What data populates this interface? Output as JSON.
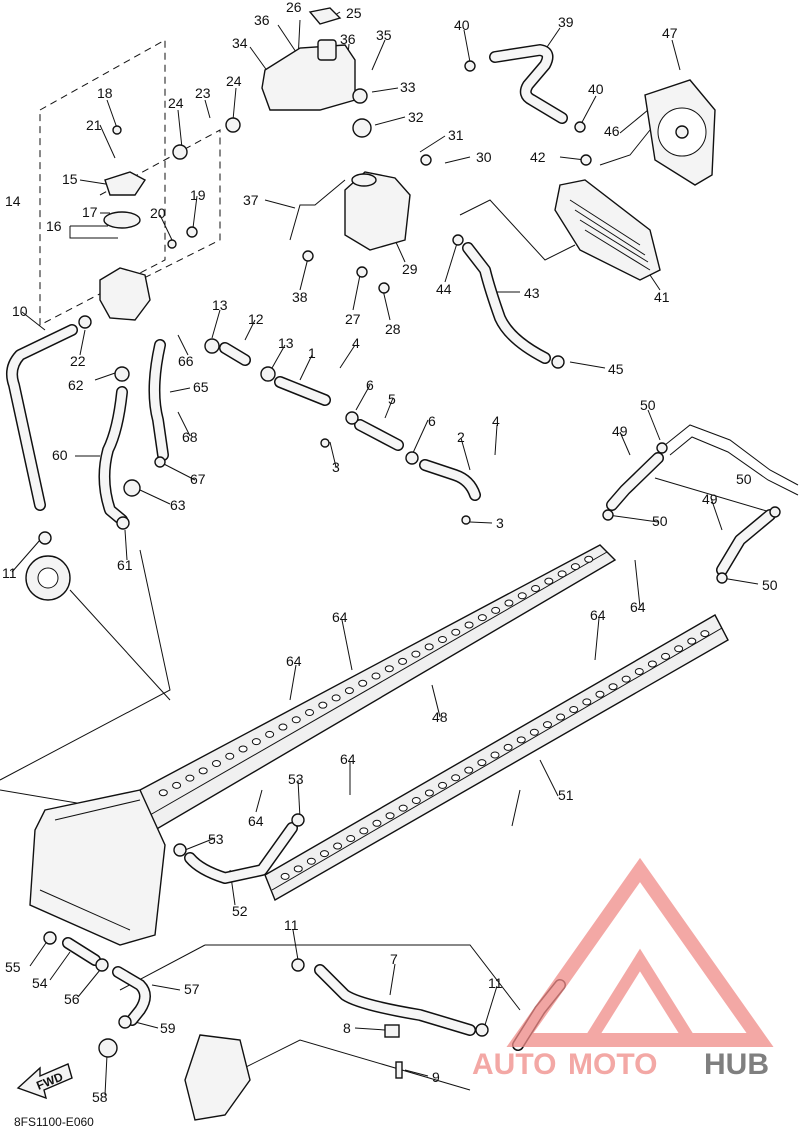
{
  "diagram": {
    "code": "8FS1100-E060",
    "fwd_label": "FWD",
    "watermark": {
      "auto": "AUTO",
      "moto": "MOTO",
      "hub": "HUB",
      "color_primary": "#f08b88",
      "color_hub": "#555555"
    },
    "callouts": [
      {
        "id": "c26",
        "text": "26"
      },
      {
        "id": "c25",
        "text": "25"
      },
      {
        "id": "c36a",
        "text": "36"
      },
      {
        "id": "c40a",
        "text": "40"
      },
      {
        "id": "c39",
        "text": "39"
      },
      {
        "id": "c47",
        "text": "47"
      },
      {
        "id": "c34",
        "text": "34"
      },
      {
        "id": "c36b",
        "text": "36"
      },
      {
        "id": "c35",
        "text": "35"
      },
      {
        "id": "c18",
        "text": "18"
      },
      {
        "id": "c23",
        "text": "23"
      },
      {
        "id": "c24a",
        "text": "24"
      },
      {
        "id": "c24b",
        "text": "24"
      },
      {
        "id": "c33",
        "text": "33"
      },
      {
        "id": "c40b",
        "text": "40"
      },
      {
        "id": "c21",
        "text": "21"
      },
      {
        "id": "c32",
        "text": "32"
      },
      {
        "id": "c46",
        "text": "46"
      },
      {
        "id": "c31",
        "text": "31"
      },
      {
        "id": "c42",
        "text": "42"
      },
      {
        "id": "c30",
        "text": "30"
      },
      {
        "id": "c15",
        "text": "15"
      },
      {
        "id": "c14",
        "text": "14"
      },
      {
        "id": "c19",
        "text": "19"
      },
      {
        "id": "c37",
        "text": "37"
      },
      {
        "id": "c17",
        "text": "17"
      },
      {
        "id": "c20",
        "text": "20"
      },
      {
        "id": "c16",
        "text": "16"
      },
      {
        "id": "c29",
        "text": "29"
      },
      {
        "id": "c44",
        "text": "44"
      },
      {
        "id": "c43",
        "text": "43"
      },
      {
        "id": "c38",
        "text": "38"
      },
      {
        "id": "c41",
        "text": "41"
      },
      {
        "id": "c27",
        "text": "27"
      },
      {
        "id": "c28",
        "text": "28"
      },
      {
        "id": "c10",
        "text": "10"
      },
      {
        "id": "c13a",
        "text": "13"
      },
      {
        "id": "c12",
        "text": "12"
      },
      {
        "id": "c22",
        "text": "22"
      },
      {
        "id": "c66",
        "text": "66"
      },
      {
        "id": "c13b",
        "text": "13"
      },
      {
        "id": "c4a",
        "text": "4"
      },
      {
        "id": "c1",
        "text": "1"
      },
      {
        "id": "c45",
        "text": "45"
      },
      {
        "id": "c62",
        "text": "62"
      },
      {
        "id": "c65",
        "text": "65"
      },
      {
        "id": "c6a",
        "text": "6"
      },
      {
        "id": "c5",
        "text": "5"
      },
      {
        "id": "c50a",
        "text": "50"
      },
      {
        "id": "c68",
        "text": "68"
      },
      {
        "id": "c6b",
        "text": "6"
      },
      {
        "id": "c4b",
        "text": "4"
      },
      {
        "id": "c49a",
        "text": "49"
      },
      {
        "id": "c2",
        "text": "2"
      },
      {
        "id": "c60",
        "text": "60"
      },
      {
        "id": "c3a",
        "text": "3"
      },
      {
        "id": "c67",
        "text": "67"
      },
      {
        "id": "c50b",
        "text": "50"
      },
      {
        "id": "c63",
        "text": "63"
      },
      {
        "id": "c49b",
        "text": "49"
      },
      {
        "id": "c3b",
        "text": "3"
      },
      {
        "id": "c50c",
        "text": "50"
      },
      {
        "id": "c61",
        "text": "61"
      },
      {
        "id": "c11a",
        "text": "11"
      },
      {
        "id": "c50d",
        "text": "50"
      },
      {
        "id": "c64a",
        "text": "64"
      },
      {
        "id": "c64b",
        "text": "64"
      },
      {
        "id": "c64c",
        "text": "64"
      },
      {
        "id": "c48",
        "text": "48"
      },
      {
        "id": "c64d",
        "text": "64"
      },
      {
        "id": "c53a",
        "text": "53"
      },
      {
        "id": "c51",
        "text": "51"
      },
      {
        "id": "c64e",
        "text": "64"
      },
      {
        "id": "c64f",
        "text": "64"
      },
      {
        "id": "c53b",
        "text": "53"
      },
      {
        "id": "c52",
        "text": "52"
      },
      {
        "id": "c11b",
        "text": "11"
      },
      {
        "id": "c7",
        "text": "7"
      },
      {
        "id": "c55",
        "text": "55"
      },
      {
        "id": "c54",
        "text": "54"
      },
      {
        "id": "c56",
        "text": "56"
      },
      {
        "id": "c57",
        "text": "57"
      },
      {
        "id": "c11c",
        "text": "11"
      },
      {
        "id": "c8",
        "text": "8"
      },
      {
        "id": "c59",
        "text": "59"
      },
      {
        "id": "c9",
        "text": "9"
      },
      {
        "id": "c58",
        "text": "58"
      }
    ]
  }
}
